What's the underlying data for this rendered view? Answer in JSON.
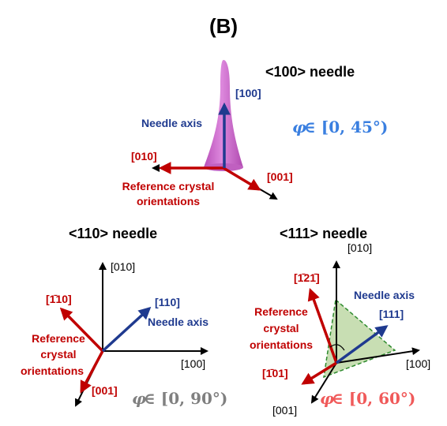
{
  "panel_label": "(B)",
  "colors": {
    "black": "#000000",
    "red": "#c00000",
    "navy": "#1f3a8f",
    "blue_phi": "#3a7fe0",
    "gray_phi": "#808080",
    "red_phi": "#f05a5a",
    "needle_fill": "#cc66cc",
    "triangle_fill": "#b5d39a",
    "triangle_stroke": "#2e8b2e"
  },
  "needle100": {
    "title": "<100> needle",
    "label_100": "[100]",
    "needle_axis": "Needle axis",
    "label_010": "[010]",
    "label_001": "[001]",
    "reference_line1": "Reference crystal",
    "reference_line2": "orientations",
    "phi_symbol": "φ",
    "phi_range": "∈ [0, 45°)"
  },
  "needle110": {
    "title": "<110> needle",
    "label_010": "[010]",
    "label_m110": "[1̄10]",
    "label_110": "[110]",
    "needle_axis": "Needle axis",
    "reference_line1": "Reference",
    "reference_line2": "crystal",
    "reference_line3": "orientations",
    "label_100": "[100]",
    "label_001": "[001]",
    "phi_symbol": "φ",
    "phi_range": "∈ [0, 90°)"
  },
  "needle111": {
    "title": "<111> needle",
    "label_010": "[010]",
    "label_m12m1": "[1̄21̄]",
    "needle_axis": "Needle axis",
    "label_111": "[111]",
    "reference_line1": "Reference",
    "reference_line2": "crystal",
    "reference_line3": "orientations",
    "label_m101": "[1̄01]",
    "label_100": "[100]",
    "label_001": "[001]",
    "phi_symbol": "φ",
    "phi_range": "∈ [0, 60°)"
  }
}
